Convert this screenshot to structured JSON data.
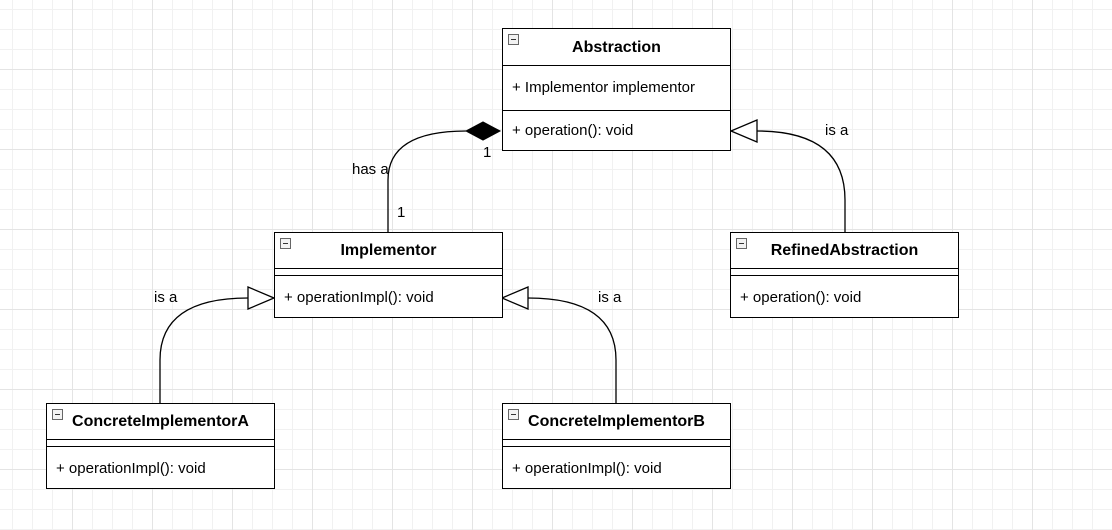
{
  "classes": {
    "abstraction": {
      "name": "Abstraction",
      "attribute": "+ Implementor implementor",
      "method": "+ operation(): void"
    },
    "implementor": {
      "name": "Implementor",
      "method": "+ operationImpl(): void"
    },
    "refined": {
      "name": "RefinedAbstraction",
      "method": "+ operation(): void"
    },
    "concreteA": {
      "name": "ConcreteImplementorA",
      "method": "+ operationImpl(): void"
    },
    "concreteB": {
      "name": "ConcreteImplementorB",
      "method": "+ operationImpl(): void"
    }
  },
  "labels": {
    "has_a": "has a",
    "mult_abstraction": "1",
    "mult_implementor": "1",
    "is_a_refined": "is a",
    "is_a_concrete_a": "is a",
    "is_a_concrete_b": "is a"
  }
}
